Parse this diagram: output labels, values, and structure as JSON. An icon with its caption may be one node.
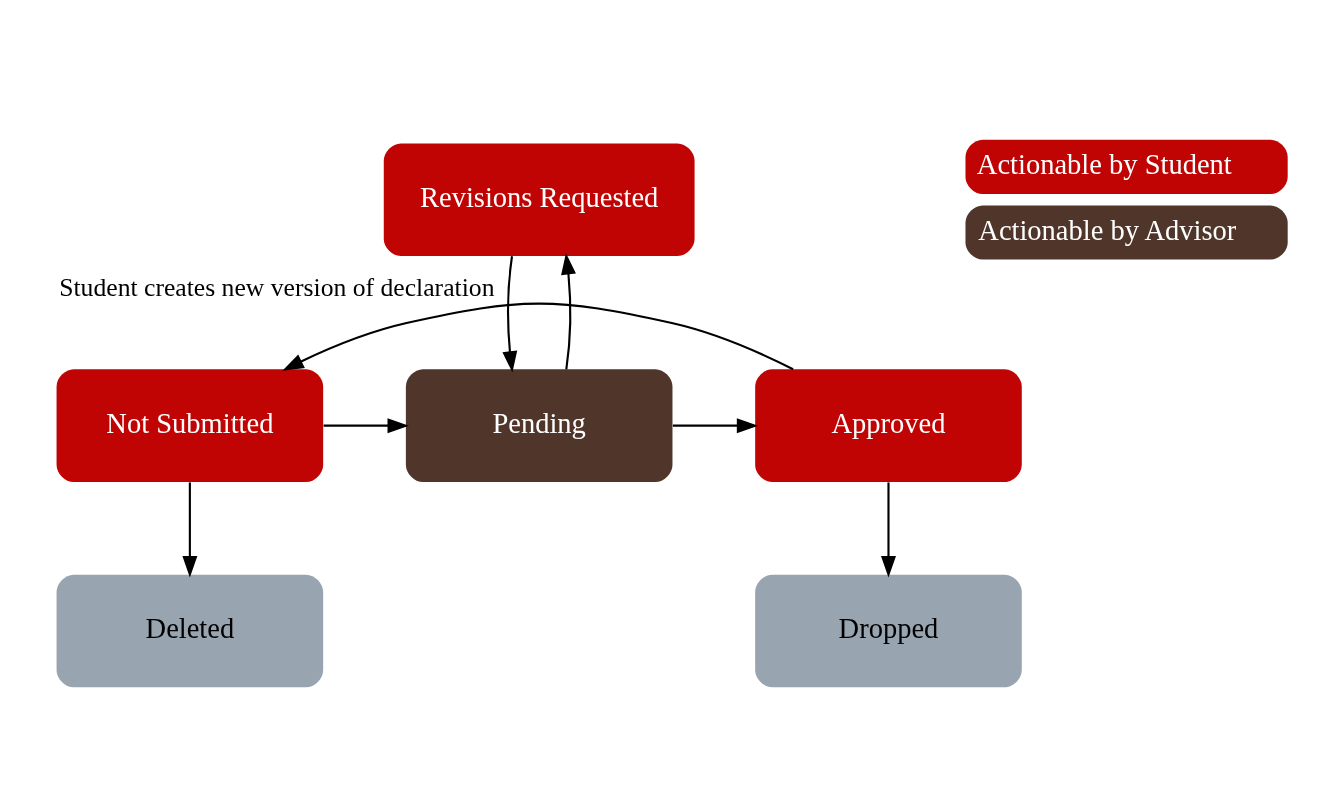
{
  "diagram": {
    "nodes": [
      {
        "text": [
          "Revisions Requested"
        ]
      },
      {
        "text": [
          "Not Submitted"
        ]
      },
      {
        "text": [
          "Pending"
        ]
      },
      {
        "text": [
          "Approved"
        ]
      },
      {
        "text": [
          "Deleted"
        ]
      },
      {
        "text": [
          "Dropped"
        ]
      }
    ],
    "edges": [
      {
        "from": 0,
        "to": 2,
        "arrow": "to"
      },
      {
        "from": 2,
        "to": 0,
        "arrow": "to"
      },
      {
        "from": 1,
        "to": 2,
        "arrow": "to"
      },
      {
        "from": 2,
        "to": 3,
        "arrow": "to"
      },
      {
        "from": 3,
        "to": 1,
        "arrow": "to",
        "label": "Student creates new version of declaration"
      },
      {
        "from": 1,
        "to": 4,
        "arrow": "to"
      },
      {
        "from": 3,
        "to": 5,
        "arrow": "to"
      }
    ],
    "legend": [
      {
        "text": "Actionable by Student",
        "color": "#c00404"
      },
      {
        "text": "Actionable by Advisor",
        "color": "#50362a"
      }
    ]
  }
}
